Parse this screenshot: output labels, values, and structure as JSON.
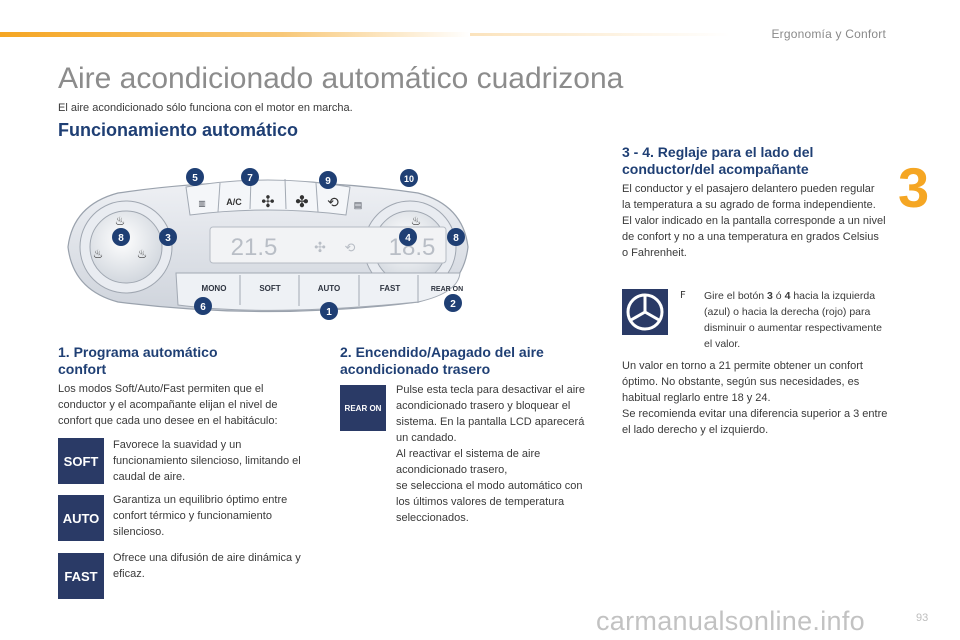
{
  "header": {
    "section": "Ergonomía y Confort",
    "chapter": "3"
  },
  "title": "Aire acondicionado automático cuadrizona",
  "subtitle": "El aire acondicionado sólo funciona con el motor en marcha.",
  "section_title": "Funcionamiento automático",
  "panel": {
    "display_left": "21.5",
    "display_right": "18.5",
    "buttons": {
      "ac": "A/C",
      "mono": "MONO",
      "soft": "SOFT",
      "auto": "AUTO",
      "fast": "FAST",
      "rear": "REAR ON"
    },
    "callouts": [
      "5",
      "7",
      "9",
      "10",
      "8",
      "3",
      "4",
      "8",
      "6",
      "1",
      "2"
    ],
    "colors": {
      "callout": "#1f3f74",
      "panel": "#dfe3ea",
      "display": "#eef0f3"
    }
  },
  "sec1": {
    "heading": "1. Programa automático\nconfort",
    "intro": "Los modos Soft/Auto/Fast permiten que el conductor y el acompañante elijan el nivel de confort que cada uno desee en el habitáculo:",
    "soft": {
      "key": "SOFT",
      "text": "Favorece la suavidad y un funcionamiento silencioso, limitando el caudal de aire."
    },
    "auto": {
      "key": "AUTO",
      "text": "Garantiza un equilibrio óptimo entre confort térmico y funcionamiento silencioso."
    },
    "fast": {
      "key": "FAST",
      "text": "Ofrece una difusión de aire dinámica y eficaz."
    }
  },
  "sec2": {
    "heading": "2. Encendido/Apagado del aire\nacondicionado trasero",
    "key": "REAR ON",
    "text": "Pulse esta tecla para desactivar el aire acondicionado trasero y bloquear el sistema. En la pantalla LCD aparecerá un candado.\nAl reactivar el sistema de aire acondicionado trasero,\nse selecciona el modo automático con los últimos valores de temperatura seleccionados."
  },
  "sec34": {
    "heading": "3 - 4. Reglaje para el lado del\nconductor/del acompañante",
    "p1": "El conductor y el pasajero delantero pueden regular la temperatura a su agrado de forma independiente.\nEl valor indicado en la pantalla corresponde a un nivel de confort y no a una temperatura en grados Celsius o Fahrenheit.",
    "bullet_glyph": "F",
    "bullet_a": "Gire el botón ",
    "bullet_n3": "3",
    "bullet_mid": " ó ",
    "bullet_n4": "4",
    "bullet_b": " hacia la izquierda (azul) o hacia la derecha (rojo) para disminuir o aumentar respectivamente el valor.",
    "p2": "Un valor en torno a 21 permite obtener un confort óptimo. No obstante, según sus necesidades, es habitual reglarlo entre 18 y 24.\nSe recomienda evitar una diferencia superior a 3 entre el lado derecho y el izquierdo."
  },
  "footer": {
    "watermark": "carmanualsonline.info",
    "page": "93"
  }
}
